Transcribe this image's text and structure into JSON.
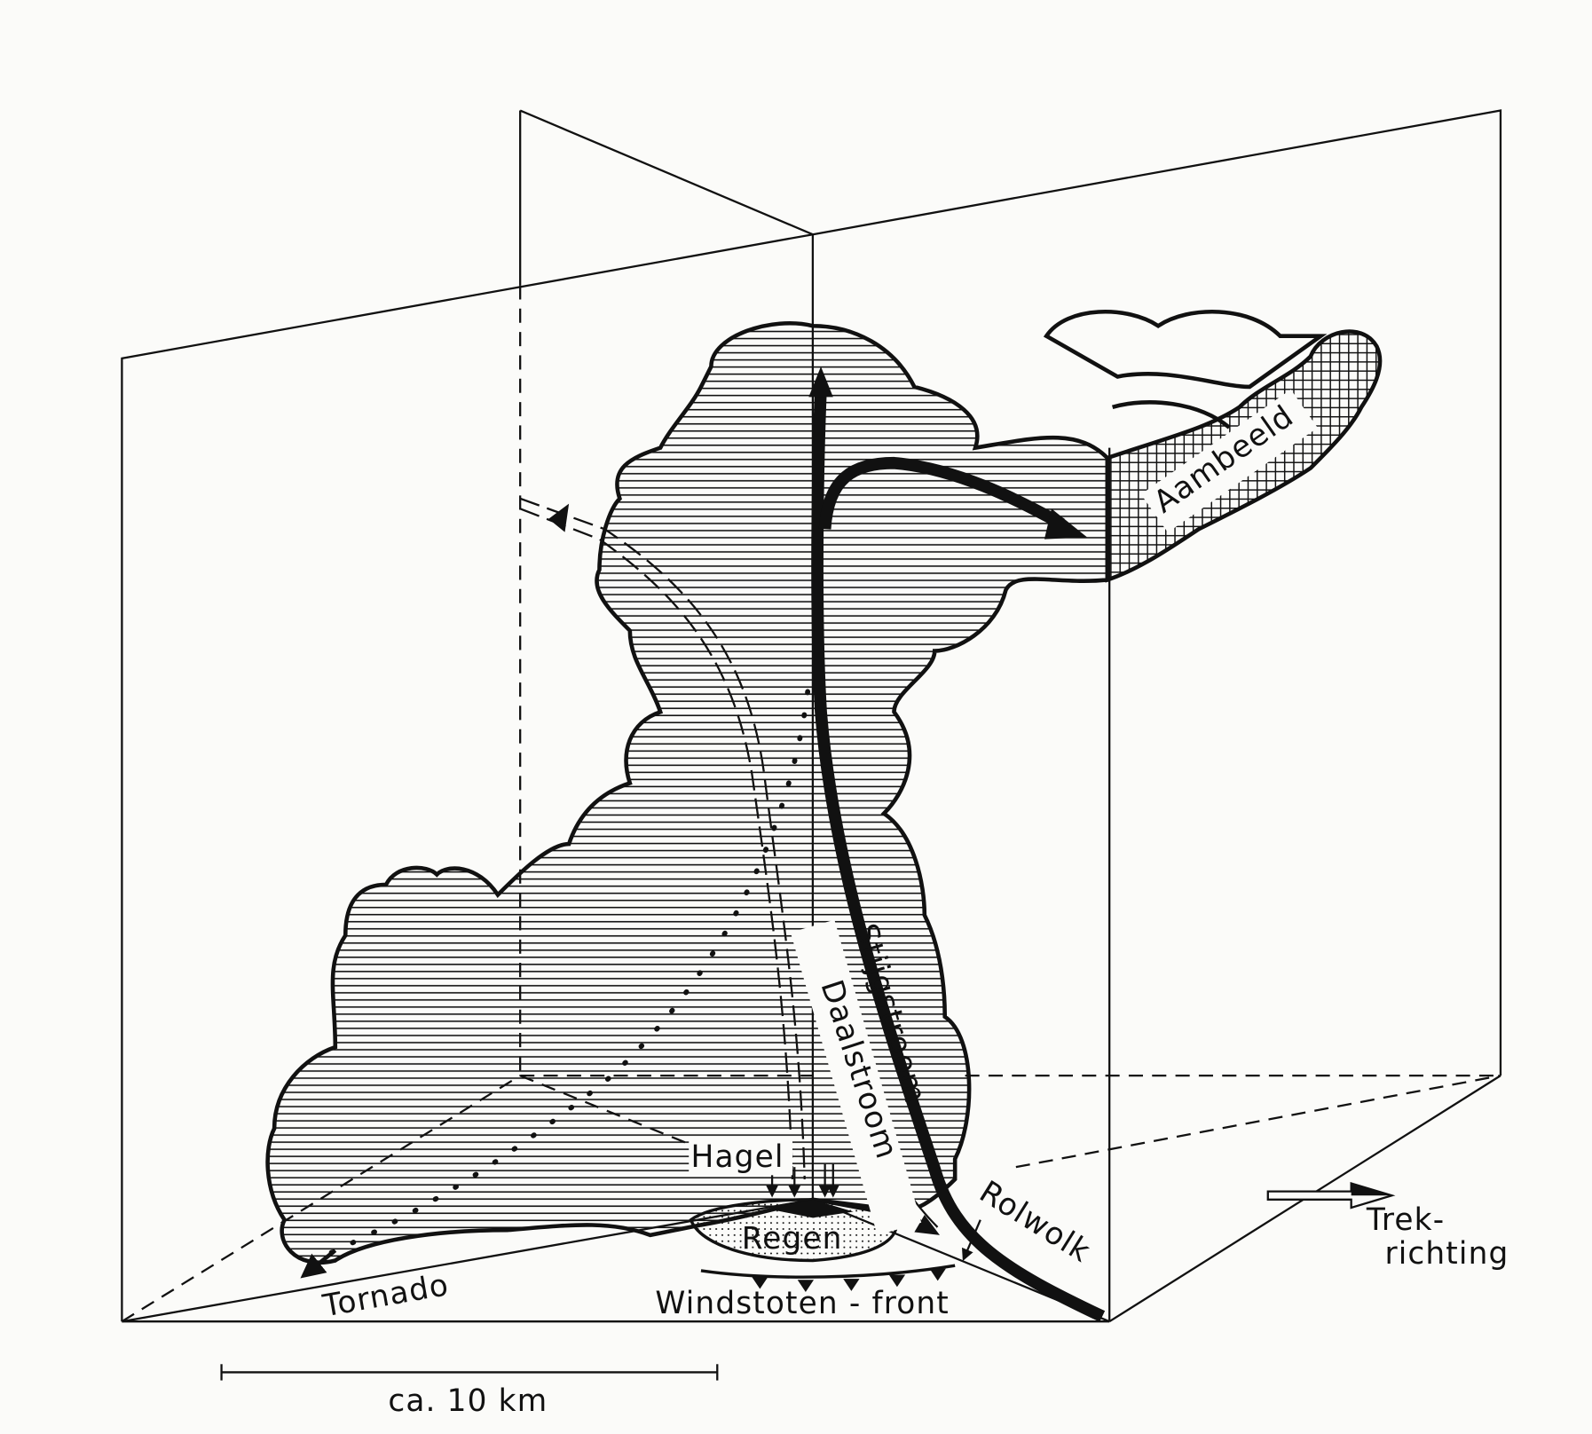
{
  "title": "Supercell thunderstorm structure",
  "labels": {
    "anvil": "Aambeeld",
    "updraft": "Stijgstroom",
    "downdraft": "Daalstroom",
    "hail": "Hagel",
    "rain": "Regen",
    "roll_cloud": "Rolwolk",
    "tornado": "Tornado",
    "gust_front": "Windstoten - front",
    "direction_line1": "Trek-",
    "direction_line2": "richting",
    "scale": "ca. 10 km"
  },
  "colors": {
    "ink": "#111111",
    "paper": "#fbfbf9"
  }
}
